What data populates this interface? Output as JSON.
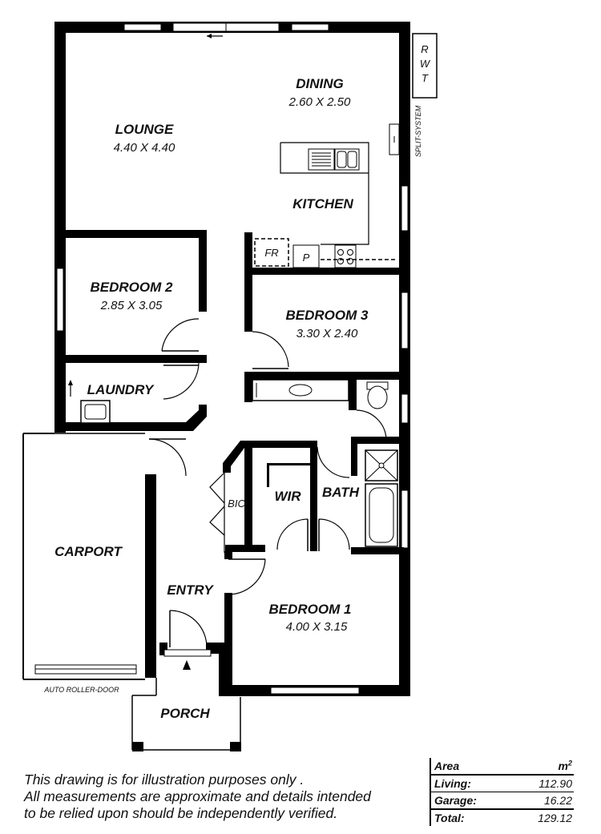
{
  "rooms": {
    "lounge": {
      "name": "LOUNGE",
      "dims": "4.40 X 4.40"
    },
    "dining": {
      "name": "DINING",
      "dims": "2.60 X 2.50"
    },
    "kitchen": {
      "name": "KITCHEN"
    },
    "bedroom2": {
      "name": "BEDROOM 2",
      "dims": "2.85 X 3.05"
    },
    "bedroom3": {
      "name": "BEDROOM 3",
      "dims": "3.30 X 2.40"
    },
    "laundry": {
      "name": "LAUNDRY"
    },
    "carport": {
      "name": "CARPORT"
    },
    "wir": {
      "name": "WIR"
    },
    "bath": {
      "name": "BATH"
    },
    "bic": {
      "name": "BIC"
    },
    "entry": {
      "name": "ENTRY"
    },
    "bedroom1": {
      "name": "BEDROOM 1",
      "dims": "4.00 X 3.15"
    },
    "porch": {
      "name": "PORCH"
    }
  },
  "fixtures": {
    "fridge": "FR",
    "pantry": "P",
    "rwt": [
      "R",
      "W",
      "T"
    ],
    "split_system": "SPLIT-SYSTEM",
    "roller_door": "AUTO ROLLER-DOOR"
  },
  "disclaimer": [
    "This drawing is for illustration purposes only .",
    "All measurements are approximate and details intended",
    "to be relied upon should be independently verified."
  ],
  "area_table": {
    "header_label": "Area",
    "header_unit": "m",
    "header_unit_sup": "2",
    "rows": [
      {
        "label": "Living:",
        "value": "112.90"
      },
      {
        "label": "Garage:",
        "value": "16.22"
      },
      {
        "label": "Total:",
        "value": "129.12"
      }
    ]
  }
}
